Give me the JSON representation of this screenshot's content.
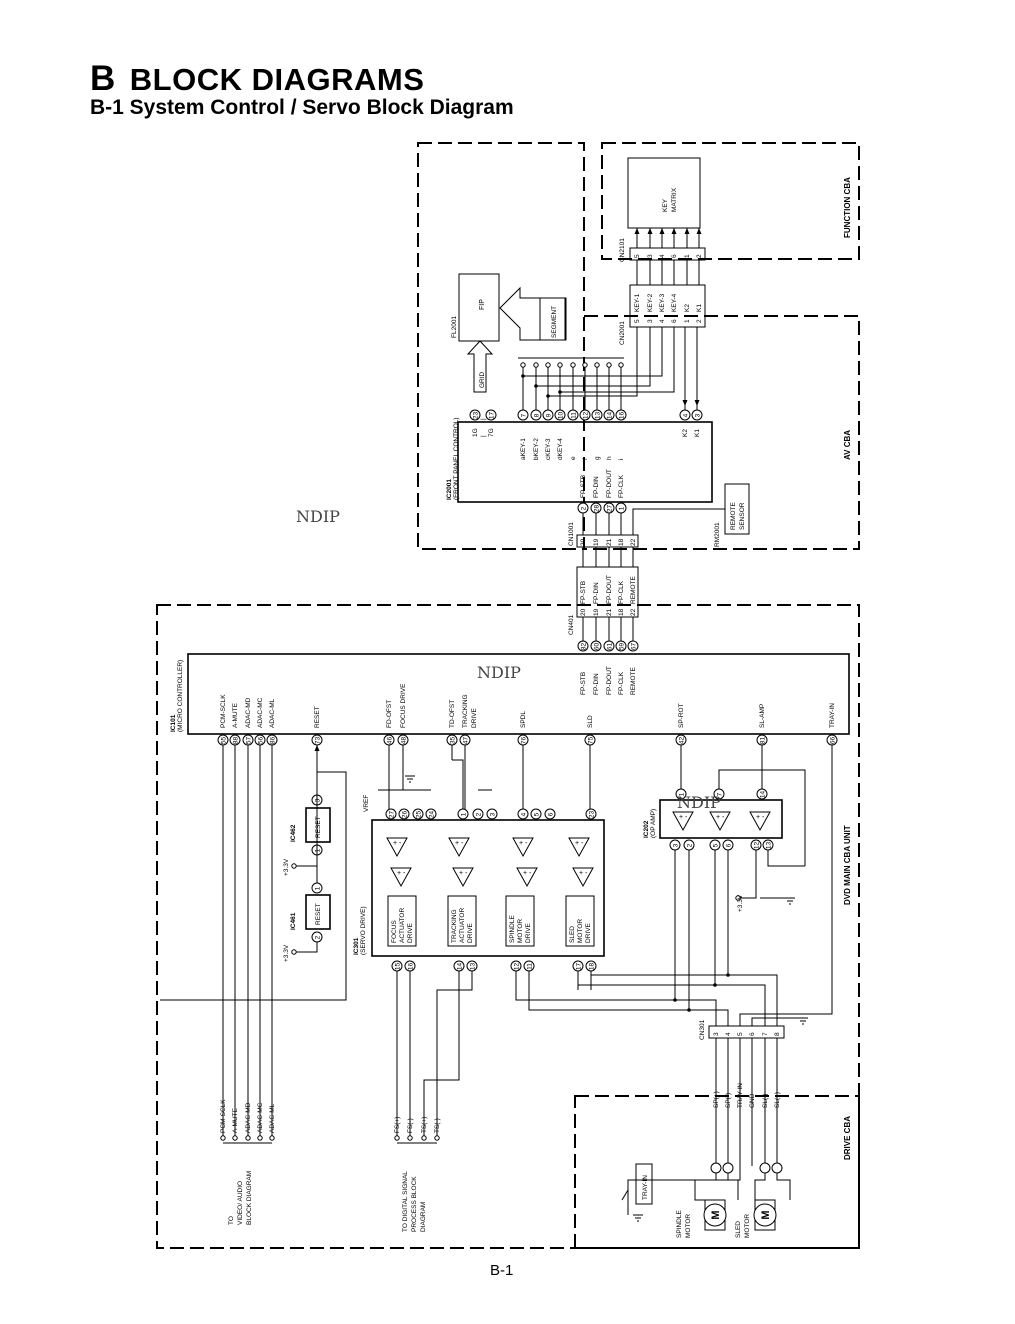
{
  "header": {
    "section_letter": "B",
    "section_title": "BLOCK DIAGRAMS",
    "subtitle": "B-1 System Control / Servo Block Diagram"
  },
  "watermarks": [
    "NDIP",
    "NDIP",
    "NDIP"
  ],
  "boards": {
    "function_cba": "FUNCTION CBA",
    "av_cba": "AV CBA",
    "dvd_main": "DVD MAIN CBA UNIT",
    "drive_cba": "DRIVE CBA"
  },
  "key_matrix": "KEY MATRIX",
  "cn2101": {
    "name": "CN2101",
    "pins": [
      "5",
      "3",
      "4",
      "6",
      "1",
      "2"
    ]
  },
  "cn2001": {
    "name": "CN2001",
    "pins": [
      "5",
      "3",
      "4",
      "6",
      "1",
      "2"
    ],
    "signals": [
      "KEY-1",
      "KEY-2",
      "KEY-3",
      "KEY-4",
      "K2",
      "K1"
    ]
  },
  "fip": {
    "label": "FIP",
    "ref": "FL2001",
    "segment": "SEGMENT",
    "grid": "GRID"
  },
  "ic2001": {
    "ref": "IC2001",
    "name": "(FRONT PANEL CONTROL)",
    "grid_pins": [
      "23",
      "|",
      "17"
    ],
    "grid_labels": [
      "1G",
      "|",
      "7G"
    ],
    "key_pins": [
      "7",
      "8",
      "9",
      "10",
      "11",
      "12",
      "13",
      "14",
      "16"
    ],
    "key_labels": [
      "aKEY-1",
      "bKEY-2",
      "cKEY-3",
      "dKEY-4",
      "e",
      "f",
      "g",
      "h",
      "i"
    ],
    "k_pins": [
      "4",
      "3"
    ],
    "k_labels": [
      "K2",
      "K1"
    ],
    "fp_pins": [
      "2",
      "28",
      "27",
      "1"
    ],
    "fp_labels": [
      "FP-STB",
      "FP-DIN",
      "FP-DOUT",
      "FP-CLK"
    ]
  },
  "remote": {
    "label": "REMOTE SENSOR",
    "ref": "RM2001"
  },
  "cn1001": {
    "name": "CN1001",
    "pins": [
      "20",
      "19",
      "21",
      "18",
      "22"
    ]
  },
  "cn401": {
    "name": "CN401",
    "pins": [
      "20",
      "19",
      "21",
      "18",
      "22"
    ],
    "signals": [
      "FP-STB",
      "FP-DIN",
      "FP-DOUT",
      "FP-CLK",
      "REMOTE"
    ]
  },
  "ic101": {
    "ref": "IC101",
    "name": "(MICRO CONTROLLER)",
    "fp_pins": [
      "82",
      "60",
      "61",
      "59",
      "67"
    ],
    "fp_labels": [
      "FP-STB",
      "FP-DIN",
      "FP-DOUT",
      "FP-CLK",
      "REMOTE"
    ],
    "audio_pins": [
      "55",
      "88",
      "57",
      "56",
      "86"
    ],
    "audio_labels": [
      "PCM-SCLK",
      "A-MUTE",
      "ADAC-MD",
      "ADAC-MC",
      "ADAC-ML"
    ],
    "reset_pin": "73",
    "reset_label": "RESET",
    "fd_pins": [
      "46",
      "48"
    ],
    "fd_labels": [
      "FD-OFST",
      "FOCUS DRIVE"
    ],
    "td_pins": [
      "35",
      "47"
    ],
    "td_labels": [
      "TD-OFST",
      "TRACKING DRIVE"
    ],
    "spdl_pin": "76",
    "spdl_label": "SPDL",
    "sld_pin": "75",
    "sld_label": "SLD",
    "sprot_pin": "42",
    "sprot_label": "SP-ROT",
    "slamp_pin": "81",
    "slamp_label": "SL-AMP",
    "trayin_pin": "66",
    "trayin_label": "TRAY-IN"
  },
  "ic462": {
    "ref": "IC462",
    "label": "RESET",
    "pins": [
      "3",
      "1"
    ],
    "supply": "+3.3V"
  },
  "ic461": {
    "ref": "IC461",
    "label": "RESET",
    "pins": [
      "1",
      "2"
    ],
    "supply": "+3.3V"
  },
  "vref": "VREF",
  "ic301": {
    "ref": "IC301",
    "name": "(SERVO DRIVE)",
    "top_pins": [
      "27",
      "26",
      "25",
      "24",
      "1",
      "2",
      "3",
      "4",
      "5",
      "6",
      "23"
    ],
    "bottom_pins": [
      "15",
      "16",
      "14",
      "13",
      "12",
      "11",
      "17",
      "18"
    ],
    "blocks": [
      "FOCUS ACTUATOR DRIVE",
      "TRACKING ACTUATOR DRIVE",
      "SPINDLE MOTOR DRIVE",
      "SLED MOTOR DRIVE"
    ]
  },
  "ic202": {
    "ref": "IC202",
    "name": "(OP AMP)",
    "top_pins": [
      "1",
      "7",
      "14"
    ],
    "bottom_pins": [
      "3",
      "2",
      "5",
      "6",
      "12",
      "13"
    ],
    "supply": "+3.3V"
  },
  "cn301": {
    "name": "CN301",
    "pins": [
      "3",
      "4",
      "5",
      "6",
      "7",
      "8"
    ],
    "signals": [
      "SP(+)",
      "SP(-)",
      "TRAY-IN",
      "GND",
      "SL(-)",
      "SL(+)"
    ]
  },
  "audio_out": {
    "signals": [
      "PCM-SCLK",
      "A-MUTE",
      "ADAC-MD",
      "ADAC-MC",
      "ADAC-ML"
    ],
    "destination": [
      "TO",
      "VIDEO/ AUDIO",
      "BLOCK DIAGRAM"
    ]
  },
  "servo_out": {
    "signals": [
      "FS(+)",
      "FS(-)",
      "TS(+)",
      "TS(-)"
    ],
    "destination": [
      "TO DIGITAL SIGNAL",
      "PROCESS BLOCK",
      "DIAGRAM"
    ]
  },
  "drive": {
    "tray_switch": "TRAY-IN",
    "spindle_motor": [
      "SPINDLE",
      "MOTOR"
    ],
    "sled_motor": [
      "SLED",
      "MOTOR"
    ],
    "motor_symbol": "M"
  },
  "page_number": "B-1"
}
